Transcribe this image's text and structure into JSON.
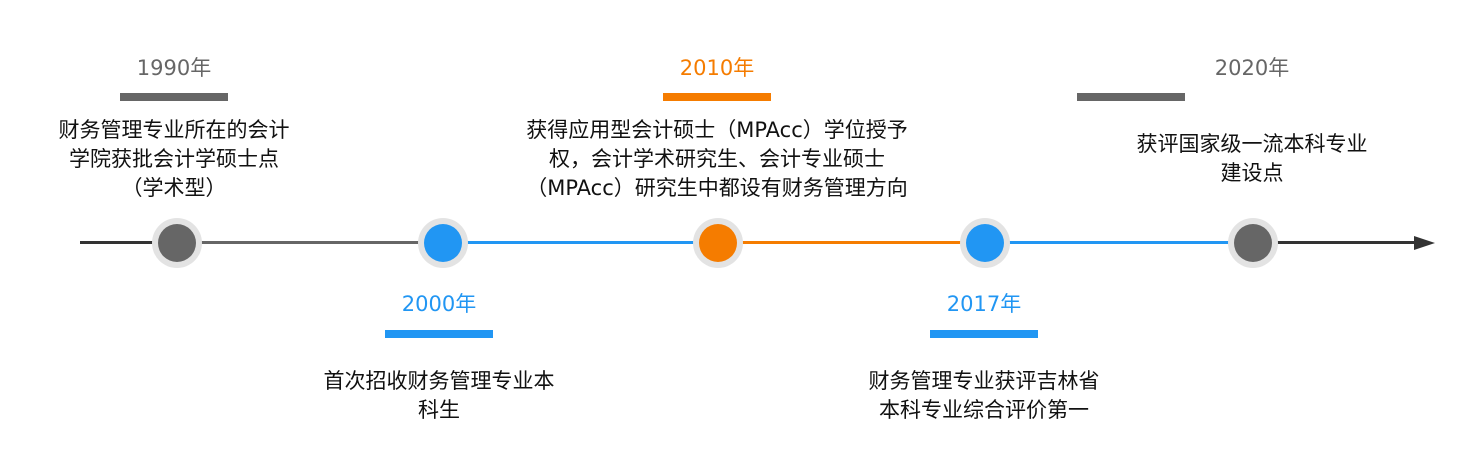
{
  "colors": {
    "gray": "#666666",
    "blue": "#2196F3",
    "orange": "#F57C00",
    "axis": "#333333",
    "ring": "#E3E3E3"
  },
  "events": [
    {
      "year": "1990年",
      "desc": [
        "财务管理专业所在的会计",
        "学院获批会计学硕士点",
        "（学术型）"
      ]
    },
    {
      "year": "2000年",
      "desc": [
        "首次招收财务管理专业本",
        "科生"
      ]
    },
    {
      "year": "2010年",
      "desc": [
        "获得应用型会计硕士（MPAcc）学位授予",
        "权，会计学术研究生、会计专业硕士",
        "（MPAcc）研究生中都设有财务管理方向"
      ]
    },
    {
      "year": "2017年",
      "desc": [
        "财务管理专业获评吉林省",
        "本科专业综合评价第一"
      ]
    },
    {
      "year": "2020年",
      "desc": [
        "获评国家级一流本科专业",
        "建设点"
      ]
    }
  ]
}
